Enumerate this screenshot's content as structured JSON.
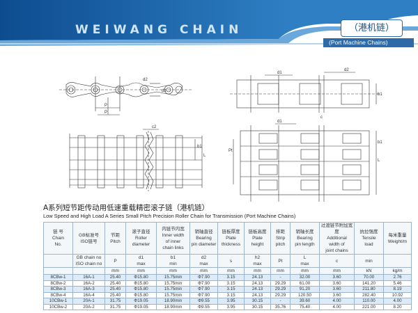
{
  "header": {
    "title": "WEIWANG CHAIN",
    "badge": "（港机链）",
    "subtitle": "(Port Machine Chains)",
    "accent": "#2e6aa8"
  },
  "drawing_labels": {
    "left_top": [
      "P",
      "P",
      "d2",
      "d1"
    ],
    "left_bottom": [
      "c2",
      "L",
      "b1"
    ],
    "right_top": [
      "d1",
      "d2",
      "c",
      "b1"
    ],
    "right_bottom": [
      "d1",
      "Pt",
      "L",
      "b1"
    ]
  },
  "caption": {
    "zh": "A系列短节距传动用低速重载精密滚子链（港机链）",
    "en": "Low Speed and High Load A Series Small Pitch Precision Roller Chain for Transmission (Port Machine Chains)"
  },
  "table": {
    "header_row1": [
      "链  号\nChain\nNo.",
      "GB标准号\nISO链号",
      "节距\nPitch",
      "滚子直径\nRoller\ndiameter",
      "内链节内宽\nInner width\nof inner\nchain links",
      "销轴直径\nBearing\npin diameter",
      "链板厚度\nPlate\nthickness",
      "链板高度\nPlate\nheight",
      "排距\nStrip\npitch",
      "销轴长度\nBearing\npin length",
      "过渡链节附加宽度\nAdditional\nwidth of\njoint chains",
      "抗拉强度\nTensile\nload",
      "每米重量\nWeight/m"
    ],
    "header_row2": [
      "",
      "GB chain no\nISO chain no",
      "P",
      "d1\nmax",
      "b1\nmin",
      "d2\nmax",
      "s",
      "h2\nmax",
      "Pt",
      "L\nmax",
      "c",
      "min",
      ""
    ],
    "header_row3": [
      "",
      "",
      "mm",
      "mm",
      "mm",
      "mm",
      "mm",
      "mm",
      "mm",
      "mm",
      "mm",
      "kN",
      "kg/m"
    ],
    "rows": [
      [
        "8CBw-1",
        "16A-1",
        "25.40",
        "Φ15.80",
        "15.75min",
        "Φ7.90",
        "3.15",
        "24.13",
        "-",
        "32.00",
        "3.60",
        "70.00",
        "2.76"
      ],
      [
        "8CBw-2",
        "16A-2",
        "25.40",
        "Φ15.80",
        "15.75min",
        "Φ7.90",
        "3.15",
        "24.13",
        "29.29",
        "61.00",
        "3.60",
        "141.20",
        "5.46"
      ],
      [
        "8CBw-3",
        "16A-3",
        "25.40",
        "Φ15.80",
        "15.75min",
        "Φ7.90",
        "3.15",
        "24.13",
        "29.29",
        "91.20",
        "3.60",
        "211.80",
        "8.19"
      ],
      [
        "8CBw-4",
        "16A-4",
        "25.40",
        "Φ15.80",
        "15.75min",
        "Φ7.90",
        "3.15",
        "24.13",
        "29.29",
        "120.50",
        "3.60",
        "282.40",
        "10.92"
      ],
      [
        "10CBw-1",
        "20A-1",
        "31.75",
        "Φ19.05",
        "18.90min",
        "Φ9.55",
        "3.95",
        "30.15",
        "-",
        "39.60",
        "4.00",
        "110.00",
        "4.00"
      ],
      [
        "10CBw-2",
        "20A-2",
        "31.75",
        "Φ19.05",
        "18.90min",
        "Φ9.55",
        "3.95",
        "30.15",
        "35.76",
        "75.40",
        "4.00",
        "221.00",
        "8.20"
      ]
    ]
  }
}
